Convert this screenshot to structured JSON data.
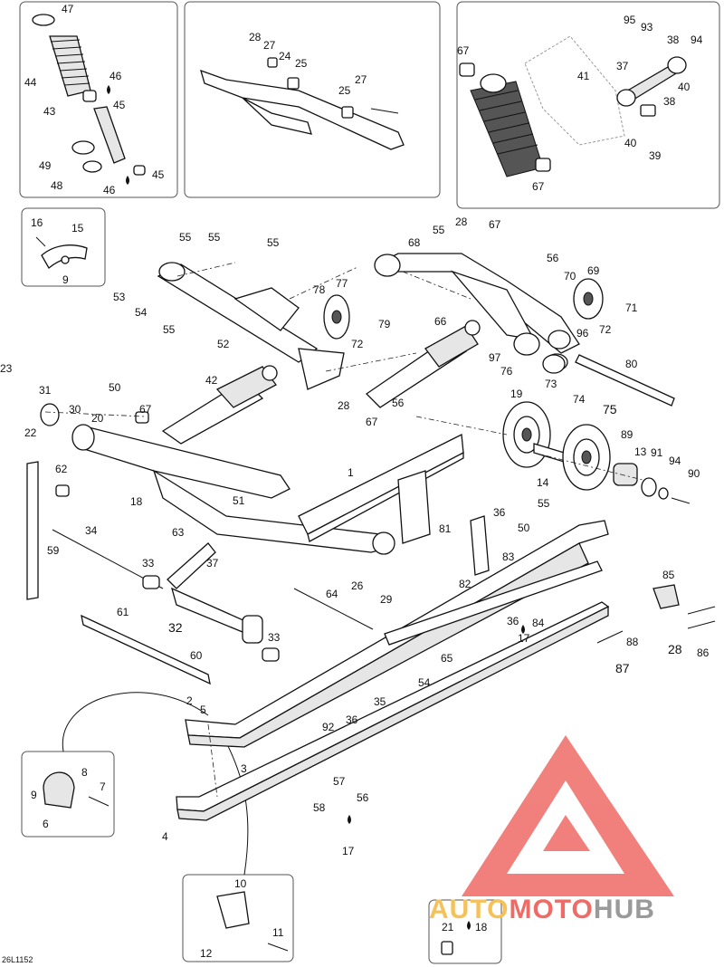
{
  "figure": {
    "reference_code": "26L1152",
    "watermark": {
      "part1": "AUTO",
      "part2": "MOTO",
      "part3": "HUB"
    },
    "colors": {
      "watermark_red": "#ef6b66",
      "watermark_yellow": "#f5c15a",
      "watermark_gray": "#9a9a9a"
    }
  },
  "callouts": [
    {
      "label": "47"
    },
    {
      "label": "44"
    },
    {
      "label": "46"
    },
    {
      "label": "43"
    },
    {
      "label": "45"
    },
    {
      "label": "49"
    },
    {
      "label": "48"
    },
    {
      "label": "45"
    },
    {
      "label": "46"
    },
    {
      "label": "28"
    },
    {
      "label": "27"
    },
    {
      "label": "24"
    },
    {
      "label": "25"
    },
    {
      "label": "25"
    },
    {
      "label": "27"
    },
    {
      "label": "67"
    },
    {
      "label": "95"
    },
    {
      "label": "93"
    },
    {
      "label": "38"
    },
    {
      "label": "94"
    },
    {
      "label": "37"
    },
    {
      "label": "41"
    },
    {
      "label": "40"
    },
    {
      "label": "38"
    },
    {
      "label": "40"
    },
    {
      "label": "39"
    },
    {
      "label": "67"
    },
    {
      "label": "16"
    },
    {
      "label": "15"
    },
    {
      "label": "9"
    },
    {
      "label": "55"
    },
    {
      "label": "55"
    },
    {
      "label": "55"
    },
    {
      "label": "53"
    },
    {
      "label": "54"
    },
    {
      "label": "55"
    },
    {
      "label": "52"
    },
    {
      "label": "78"
    },
    {
      "label": "77"
    },
    {
      "label": "79"
    },
    {
      "label": "72"
    },
    {
      "label": "68"
    },
    {
      "label": "55"
    },
    {
      "label": "28"
    },
    {
      "label": "67"
    },
    {
      "label": "56"
    },
    {
      "label": "70"
    },
    {
      "label": "69"
    },
    {
      "label": "71"
    },
    {
      "label": "72"
    },
    {
      "label": "66"
    },
    {
      "label": "96"
    },
    {
      "label": "97"
    },
    {
      "label": "76"
    },
    {
      "label": "73"
    },
    {
      "label": "80"
    },
    {
      "label": "74"
    },
    {
      "label": "75"
    },
    {
      "label": "23"
    },
    {
      "label": "31"
    },
    {
      "label": "22"
    },
    {
      "label": "42"
    },
    {
      "label": "50"
    },
    {
      "label": "30"
    },
    {
      "label": "20"
    },
    {
      "label": "67"
    },
    {
      "label": "28"
    },
    {
      "label": "56"
    },
    {
      "label": "67"
    },
    {
      "label": "19"
    },
    {
      "label": "89"
    },
    {
      "label": "13"
    },
    {
      "label": "91"
    },
    {
      "label": "94"
    },
    {
      "label": "90"
    },
    {
      "label": "14"
    },
    {
      "label": "62"
    },
    {
      "label": "1"
    },
    {
      "label": "18"
    },
    {
      "label": "51"
    },
    {
      "label": "63"
    },
    {
      "label": "59"
    },
    {
      "label": "34"
    },
    {
      "label": "36"
    },
    {
      "label": "50"
    },
    {
      "label": "55"
    },
    {
      "label": "81"
    },
    {
      "label": "37"
    },
    {
      "label": "33"
    },
    {
      "label": "83"
    },
    {
      "label": "82"
    },
    {
      "label": "85"
    },
    {
      "label": "64"
    },
    {
      "label": "26"
    },
    {
      "label": "29"
    },
    {
      "label": "36"
    },
    {
      "label": "84"
    },
    {
      "label": "17"
    },
    {
      "label": "61"
    },
    {
      "label": "32"
    },
    {
      "label": "33"
    },
    {
      "label": "88"
    },
    {
      "label": "28"
    },
    {
      "label": "86"
    },
    {
      "label": "60"
    },
    {
      "label": "65"
    },
    {
      "label": "54"
    },
    {
      "label": "87"
    },
    {
      "label": "2"
    },
    {
      "label": "5"
    },
    {
      "label": "35"
    },
    {
      "label": "92"
    },
    {
      "label": "36"
    },
    {
      "label": "8"
    },
    {
      "label": "7"
    },
    {
      "label": "9"
    },
    {
      "label": "6"
    },
    {
      "label": "3"
    },
    {
      "label": "57"
    },
    {
      "label": "56"
    },
    {
      "label": "58"
    },
    {
      "label": "4"
    },
    {
      "label": "17"
    },
    {
      "label": "10"
    },
    {
      "label": "11"
    },
    {
      "label": "12"
    },
    {
      "label": "21"
    },
    {
      "label": "18"
    }
  ]
}
